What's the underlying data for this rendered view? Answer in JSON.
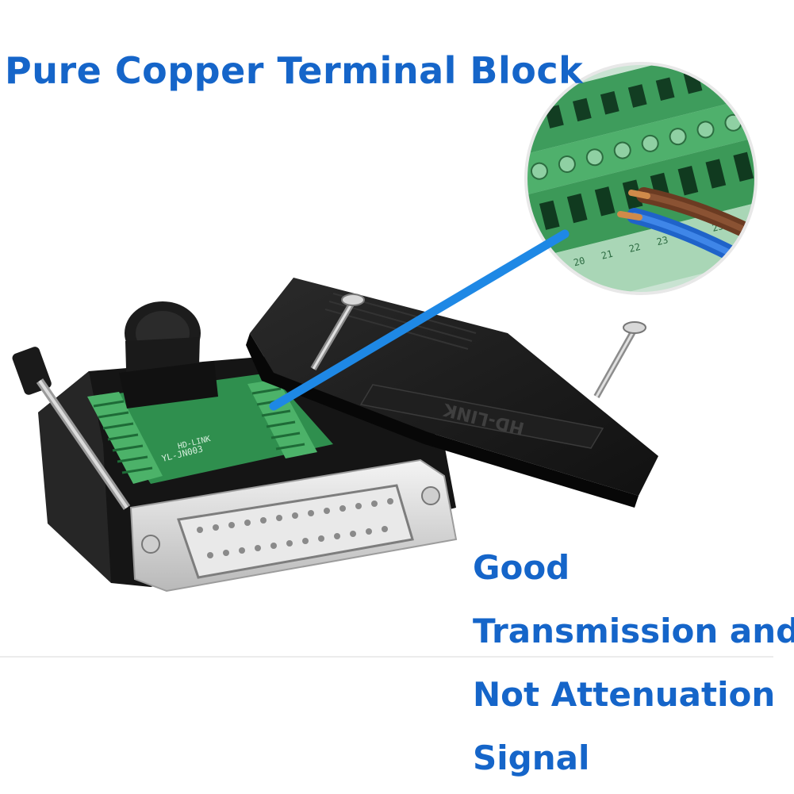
{
  "headline": "Pure Copper Terminal Block",
  "features": [
    "Good",
    "Transmission and",
    "Not Attenuation",
    "Signal"
  ],
  "product": {
    "brand_marking": "HD-LINK",
    "pcb_marking_1": "YL-JN003",
    "pcb_marking_2": "HD-LINK"
  },
  "colors": {
    "text_blue": "#1565c9",
    "pointer_blue": "#1e88e5",
    "terminal_green": "#3aa05a",
    "housing_black": "#1a1a1a"
  }
}
